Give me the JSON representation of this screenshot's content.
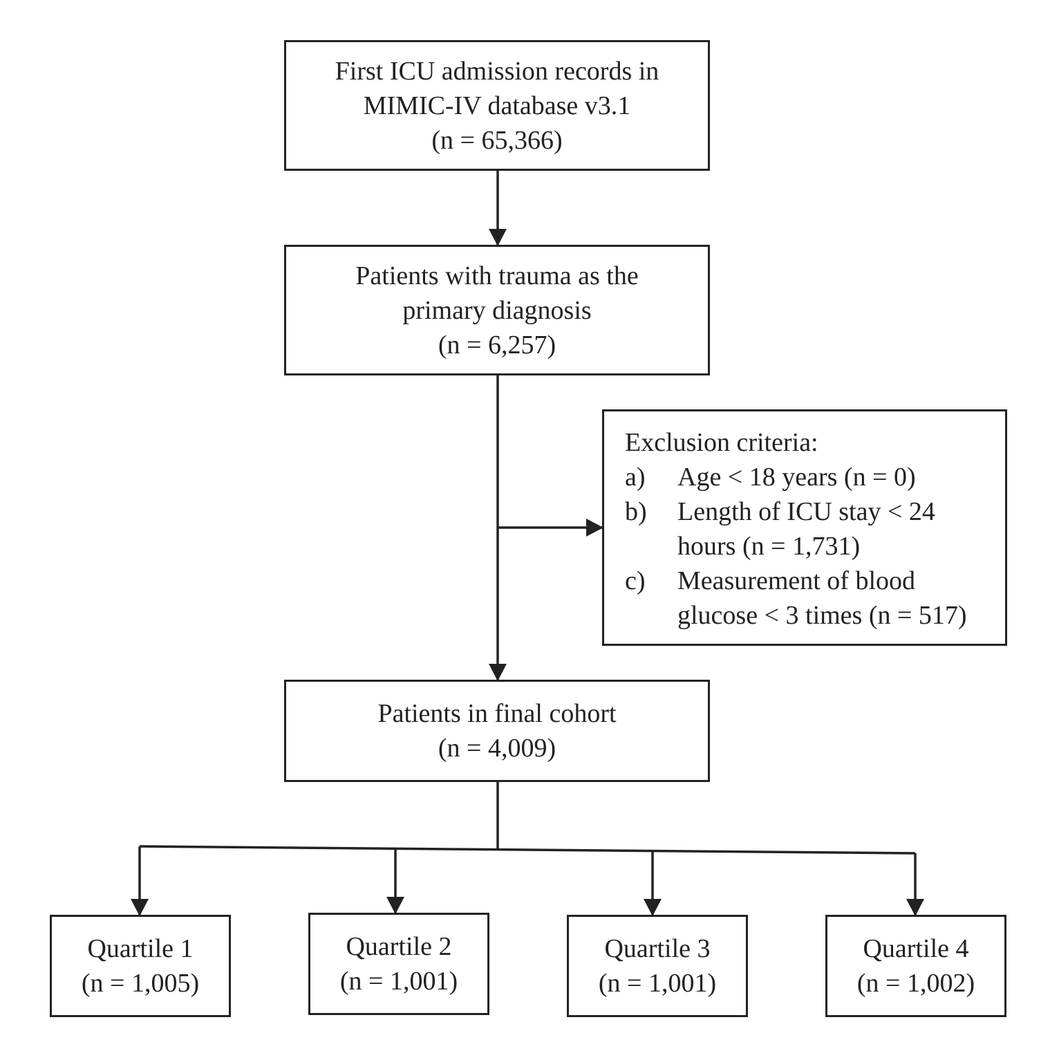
{
  "boxes": {
    "initial": {
      "lines": [
        "First ICU admission records in",
        "MIMIC-IV database v3.1",
        "(n = 65,366)"
      ]
    },
    "trauma": {
      "lines": [
        "Patients with trauma as the",
        "primary diagnosis",
        "(n = 6,257)"
      ]
    },
    "exclusion": {
      "title": "Exclusion criteria:",
      "criteria": [
        {
          "label": "a)",
          "lines": [
            "Age < 18 years (n = 0)"
          ]
        },
        {
          "label": "b)",
          "lines": [
            "Length of ICU stay < 24",
            "hours (n = 1,731)"
          ]
        },
        {
          "label": "c)",
          "lines": [
            "Measurement of blood",
            "glucose < 3 times (n = 517)"
          ]
        }
      ]
    },
    "final": {
      "lines": [
        "Patients in final cohort",
        "(n = 4,009)"
      ]
    },
    "quartiles": [
      {
        "lines": [
          "Quartile 1",
          "(n = 1,005)"
        ]
      },
      {
        "lines": [
          "Quartile 2",
          "(n = 1,001)"
        ]
      },
      {
        "lines": [
          "Quartile 3",
          "(n = 1,001)"
        ]
      },
      {
        "lines": [
          "Quartile 4",
          "(n = 1,002)"
        ]
      }
    ]
  },
  "colors": {
    "stroke": "#222222",
    "background": "#ffffff"
  }
}
